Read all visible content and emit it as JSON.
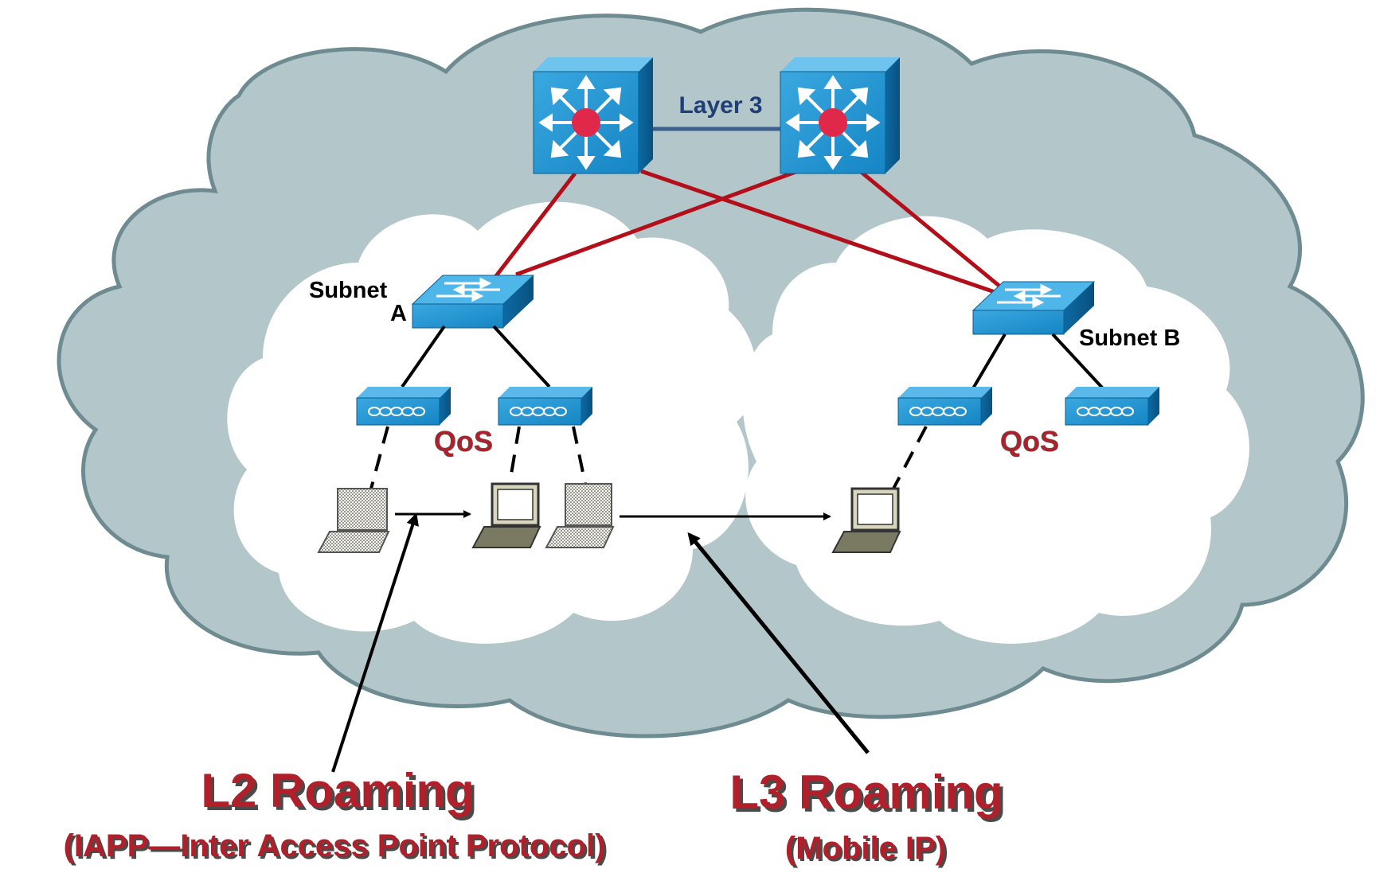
{
  "labels": {
    "layer3": "Layer 3",
    "subnet_a_line1": "Subnet",
    "subnet_a_line2": "A",
    "subnet_b": "Subnet B",
    "qos_left": "QoS",
    "qos_right": "QoS",
    "l2_title": "L2 Roaming",
    "l2_subtitle": "(IAPP—Inter Access Point Protocol)",
    "l3_title": "L3 Roaming",
    "l3_subtitle": "(Mobile IP)"
  },
  "icons": {
    "core_router": "layer3-switch-icon",
    "access_switch": "workgroup-switch-icon",
    "access_point": "access-point-icon",
    "client": "laptop-icon"
  },
  "colors": {
    "outer_cloud": "#b3c6ca",
    "outer_cloud_stroke": "#6e8b91",
    "inner_cloud": "#ffffff",
    "device_blue": "#1e90cc",
    "uplink_red": "#b30f1a",
    "layer3_link": "#3c5f8f",
    "label_red": "#b0202a",
    "label_shadow": "#4a4a4a"
  }
}
